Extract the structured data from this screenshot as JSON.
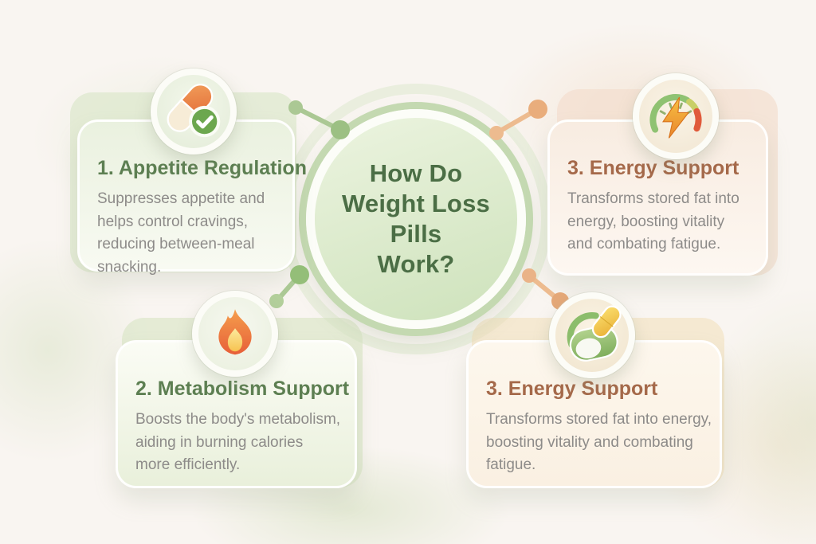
{
  "infographic": {
    "center": {
      "title_lines": [
        "How Do",
        "Weight Loss",
        "Pills",
        "Work?"
      ],
      "title_color": "#4b6e45"
    },
    "cards": [
      {
        "position": "top-left",
        "icon": "pill-check-icon",
        "title": "1. Appetite Regulation",
        "accent_color": "#5d7f52",
        "body": "Suppresses appetite and helps control cravings, reducing between-meal snacking.",
        "body_lines": [
          "Suppresses appetite and",
          "helps control cravings,",
          "reducing between-meal",
          "snacking."
        ]
      },
      {
        "position": "top-right",
        "icon": "gauge-lightning-icon",
        "title": "3. Energy Support",
        "accent_color": "#a5694a",
        "body": "Transforms stored fat into energy, boosting vitality and combating fatigue.",
        "body_lines": [
          "Transforms stored fat into",
          "energy, boosting vitality",
          "and combating fatigue."
        ]
      },
      {
        "position": "bottom-left",
        "icon": "flame-icon",
        "title": "2. Metabolism Support",
        "accent_color": "#5d7f52",
        "body": "Boosts the body's metabolism, aiding in burning calories more efficiently.",
        "body_lines": [
          "Boosts the body's metabolism,",
          "aiding in burning calories",
          "more efficiently."
        ]
      },
      {
        "position": "bottom-right",
        "icon": "pills-icon",
        "title": "3. Energy Support",
        "accent_color": "#a5694a",
        "body": "Transforms stored fat into energy, boosting vitality and combating fatigue.",
        "body_lines": [
          "Transforms stored fat into energy,",
          "boosting vitality and combating",
          "fatigue."
        ]
      }
    ],
    "palette": {
      "background": "#f9f5f1",
      "green_connector": "#abc894",
      "orange_connector": "#edbb8f",
      "circle_fill": "#dcead0",
      "circle_ring": "#c4d9b1",
      "body_text": "#8d8b89",
      "check_green": "#6ca74e",
      "flame_orange": "#e75f39",
      "bolt_orange": "#e9852c",
      "capsule_yellow": "#f2c94a"
    }
  }
}
